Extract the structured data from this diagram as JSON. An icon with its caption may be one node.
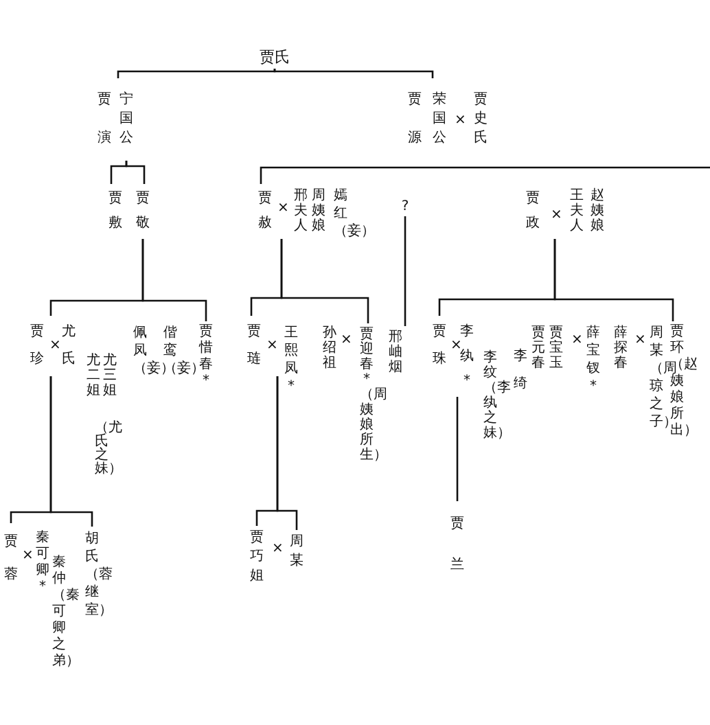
{
  "diagram": {
    "nodes": [
      {
        "text": [
          "贾氏"
        ]
      },
      {
        "text": [
          "贾演",
          "宁国公"
        ]
      },
      {
        "text": [
          "贾源",
          "荣国公"
        ]
      },
      {
        "text": [
          "贾史氏"
        ]
      },
      {
        "text": [
          "贾敷"
        ]
      },
      {
        "text": [
          "贾敬"
        ]
      },
      {
        "text": [
          "贾赦"
        ]
      },
      {
        "text": [
          "邢夫人"
        ]
      },
      {
        "text": [
          "周姨娘"
        ]
      },
      {
        "text": [
          "嫣红（妾）"
        ]
      },
      {
        "text": [
          "?"
        ]
      },
      {
        "text": [
          "贾政"
        ]
      },
      {
        "text": [
          "王夫人"
        ]
      },
      {
        "text": [
          "赵姨娘"
        ]
      },
      {
        "text": [
          "贾珍"
        ]
      },
      {
        "text": [
          "尤氏"
        ]
      },
      {
        "text": [
          "尤二姐",
          "尤三姐",
          "（尤氏之妹）"
        ]
      },
      {
        "text": [
          "佩凤（妾）"
        ]
      },
      {
        "text": [
          "偕鸾（妾）"
        ]
      },
      {
        "text": [
          "贾惜春*"
        ]
      },
      {
        "text": [
          "贾琏"
        ]
      },
      {
        "text": [
          "王熙凤*"
        ]
      },
      {
        "text": [
          "孙绍祖"
        ]
      },
      {
        "text": [
          "贾迎春*（周姨娘所生）"
        ]
      },
      {
        "text": [
          "邢岫烟"
        ]
      },
      {
        "text": [
          "贾珠"
        ]
      },
      {
        "text": [
          "李纨*"
        ]
      },
      {
        "text": [
          "李纹（李纨之妹）",
          "李绮"
        ]
      },
      {
        "text": [
          "贾元春"
        ]
      },
      {
        "text": [
          "贾宝玉"
        ]
      },
      {
        "text": [
          "薛宝钗*"
        ]
      },
      {
        "text": [
          "薛探春"
        ]
      },
      {
        "text": [
          "周某（周琼之子）"
        ]
      },
      {
        "text": [
          "贾环（赵姨娘所出）"
        ]
      },
      {
        "text": [
          "贾蓉"
        ]
      },
      {
        "text": [
          "秦可卿*"
        ]
      },
      {
        "text": [
          "秦仲（秦可卿之弟）"
        ]
      },
      {
        "text": [
          "胡氏（蓉继室）"
        ]
      },
      {
        "text": [
          "贾巧姐"
        ]
      },
      {
        "text": [
          "周某"
        ]
      },
      {
        "text": [
          "贾兰"
        ]
      }
    ],
    "edges": [
      {
        "from": 0,
        "to": 1,
        "arrow": "none"
      },
      {
        "from": 0,
        "to": 2,
        "arrow": "none"
      },
      {
        "from": 1,
        "to": 4,
        "arrow": "none"
      },
      {
        "from": 1,
        "to": 5,
        "arrow": "none"
      },
      {
        "from": null,
        "to": 6,
        "arrow": "none"
      },
      {
        "from": 5,
        "to": 14,
        "arrow": "none"
      },
      {
        "from": 5,
        "to": 19,
        "arrow": "none"
      },
      {
        "from": 6,
        "to": 20,
        "arrow": "none"
      },
      {
        "from": 6,
        "to": 23,
        "arrow": "none"
      },
      {
        "from": 10,
        "to": 24,
        "arrow": "none"
      },
      {
        "from": 11,
        "to": 25,
        "arrow": "none"
      },
      {
        "from": 11,
        "to": 33,
        "arrow": "none"
      },
      {
        "from": 14,
        "to": 34,
        "arrow": "none"
      },
      {
        "from": 14,
        "to": 37,
        "arrow": "none"
      },
      {
        "from": 20,
        "to": 38,
        "arrow": "none"
      },
      {
        "from": 20,
        "to": 39,
        "arrow": "none"
      },
      {
        "from": 26,
        "to": 40,
        "arrow": "none"
      }
    ],
    "labels": [
      "×",
      "×",
      "×",
      "×",
      "×",
      "×",
      "×",
      "×",
      "×",
      "×",
      "×"
    ]
  }
}
